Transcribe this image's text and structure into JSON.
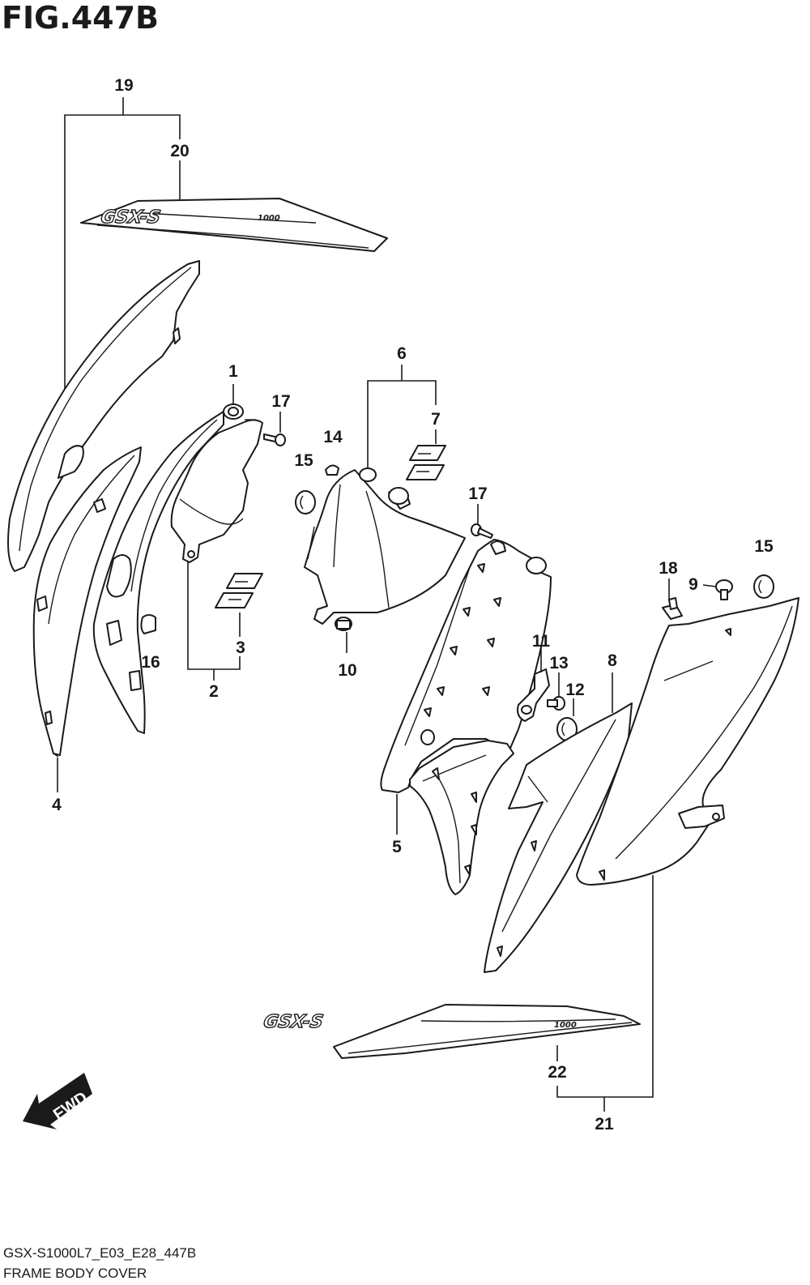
{
  "figure": {
    "title": "FIG.447B",
    "model_code": "GSX-S1000L7_E03_E28_447B",
    "description": "FRAME BODY COVER"
  },
  "labels": {
    "p1": "1",
    "p2": "2",
    "p3": "3",
    "p4": "4",
    "p5": "5",
    "p6": "6",
    "p7": "7",
    "p8": "8",
    "p9": "9",
    "p10": "10",
    "p11": "11",
    "p12": "12",
    "p13": "13",
    "p14": "14",
    "p15a": "15",
    "p15b": "15",
    "p16": "16",
    "p17a": "17",
    "p17b": "17",
    "p18": "18",
    "p19": "19",
    "p20": "20",
    "p21": "21",
    "p22": "22"
  },
  "emblems": {
    "logo_main": "GSX-S",
    "logo_sub": "1000"
  },
  "fwd": {
    "label": "FWD"
  }
}
